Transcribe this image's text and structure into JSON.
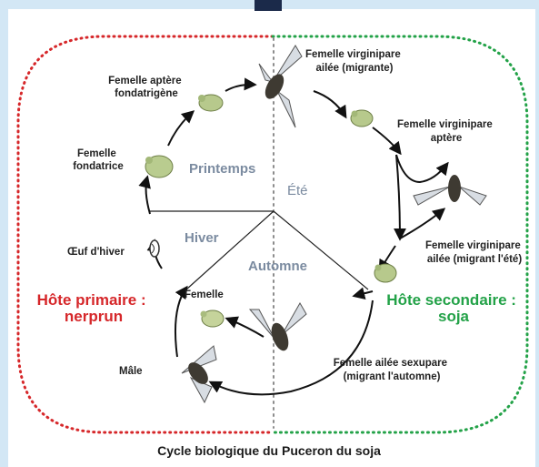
{
  "caption": "Cycle biologique du Puceron du soja",
  "seasons": {
    "spring": "Printemps",
    "summer": "Été",
    "winter": "Hiver",
    "autumn": "Automne"
  },
  "hosts": {
    "primary": {
      "line1": "Hôte primaire :",
      "line2": "nerprun",
      "color": "#d6272a"
    },
    "secondary": {
      "line1": "Hôte secondaire :",
      "line2": "soja",
      "color": "#23a248"
    }
  },
  "stages": {
    "fondatrigene": [
      "Femelle aptère",
      "fondatrigène"
    ],
    "fondatrice": [
      "Femelle",
      "fondatrice"
    ],
    "oeuf": "Œuf d'hiver",
    "femelle": "Femelle",
    "male": "Mâle",
    "virg_ailee": [
      "Femelle virginipare",
      "ailée (migrante)"
    ],
    "virg_aptere": [
      "Femelle virginipare",
      "aptère"
    ],
    "virg_ailee_ete": [
      "Femelle virginipare",
      "ailée (migrant l'été)"
    ],
    "sexupare": [
      "Femelle ailée sexupare",
      "(migrant l'automne)"
    ]
  }
}
